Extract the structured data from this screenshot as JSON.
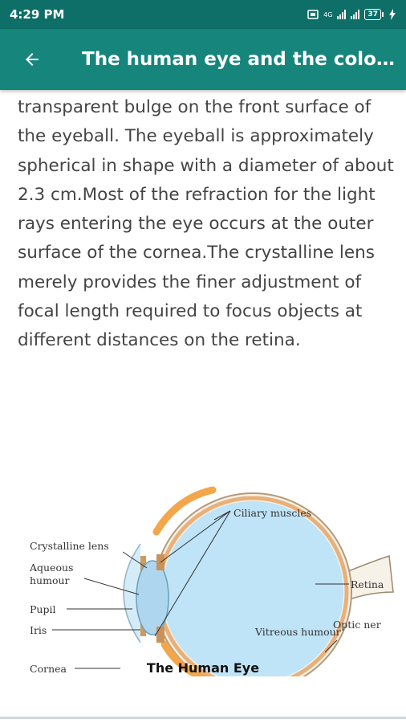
{
  "status": {
    "time": "4:29 PM",
    "network": "4G",
    "battery": "37"
  },
  "app_bar": {
    "title": "The human eye and the colou..."
  },
  "article": {
    "text": "transparent bulge on the front surface of the eyeball. The eyeball is approximately spherical in shape with a diameter of about 2.3 cm.Most of the refraction for the light rays entering the eye occurs at the outer surface of the cornea.The crystalline lens merely provides the finer adjustment of focal length required to focus objects at different distances on the retina."
  },
  "figure": {
    "labels": {
      "ciliary": "Ciliary muscles",
      "lens": "Crystalline lens",
      "aqueous1": "Aqueous",
      "aqueous2": "humour",
      "pupil": "Pupil",
      "iris": "Iris",
      "cornea": "Cornea",
      "retina": "Retina",
      "optic": "Optic ner",
      "vitreous": "Vitreous humour"
    },
    "caption": "The Human Eye",
    "colors": {
      "vitreous": "#bfe3f7",
      "sclera": "#f3a64a",
      "choroid": "#d8a070"
    }
  },
  "icons": {
    "back": "back-arrow-icon"
  }
}
